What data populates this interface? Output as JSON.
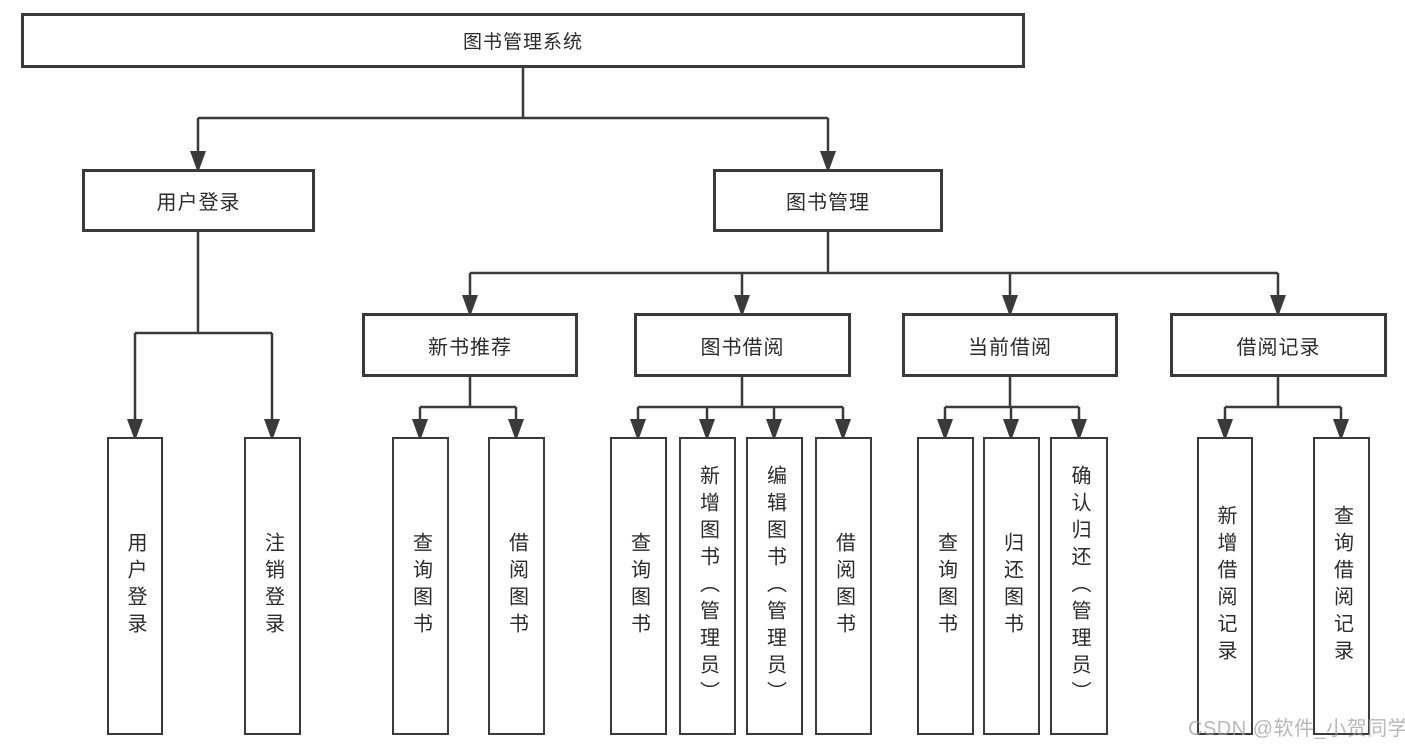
{
  "tree": {
    "root": {
      "label": "图书管理系统",
      "children": [
        {
          "label": "用户登录",
          "children": [
            {
              "label": "用户登录"
            },
            {
              "label": "注销登录"
            }
          ]
        },
        {
          "label": "图书管理",
          "children": [
            {
              "label": "新书推荐",
              "children": [
                {
                  "label": "查询图书"
                },
                {
                  "label": "借阅图书"
                }
              ]
            },
            {
              "label": "图书借阅",
              "children": [
                {
                  "label": "查询图书"
                },
                {
                  "label": "新增图书（管理员）"
                },
                {
                  "label": "编辑图书（管理员）"
                },
                {
                  "label": "借阅图书"
                }
              ]
            },
            {
              "label": "当前借阅",
              "children": [
                {
                  "label": "查询图书"
                },
                {
                  "label": "归还图书"
                },
                {
                  "label": "确认归还（管理员）"
                }
              ]
            },
            {
              "label": "借阅记录",
              "children": [
                {
                  "label": "新增借阅记录"
                },
                {
                  "label": "查询借阅记录"
                }
              ]
            }
          ]
        }
      ]
    }
  },
  "watermark": {
    "text": "CSDN @软件_小贺同学"
  },
  "colors": {
    "line": "#3a3a3a",
    "box_border": "#3a3a3a",
    "text": "#2b2b2b",
    "watermark": "#a0a0a0",
    "background": "#ffffff"
  }
}
